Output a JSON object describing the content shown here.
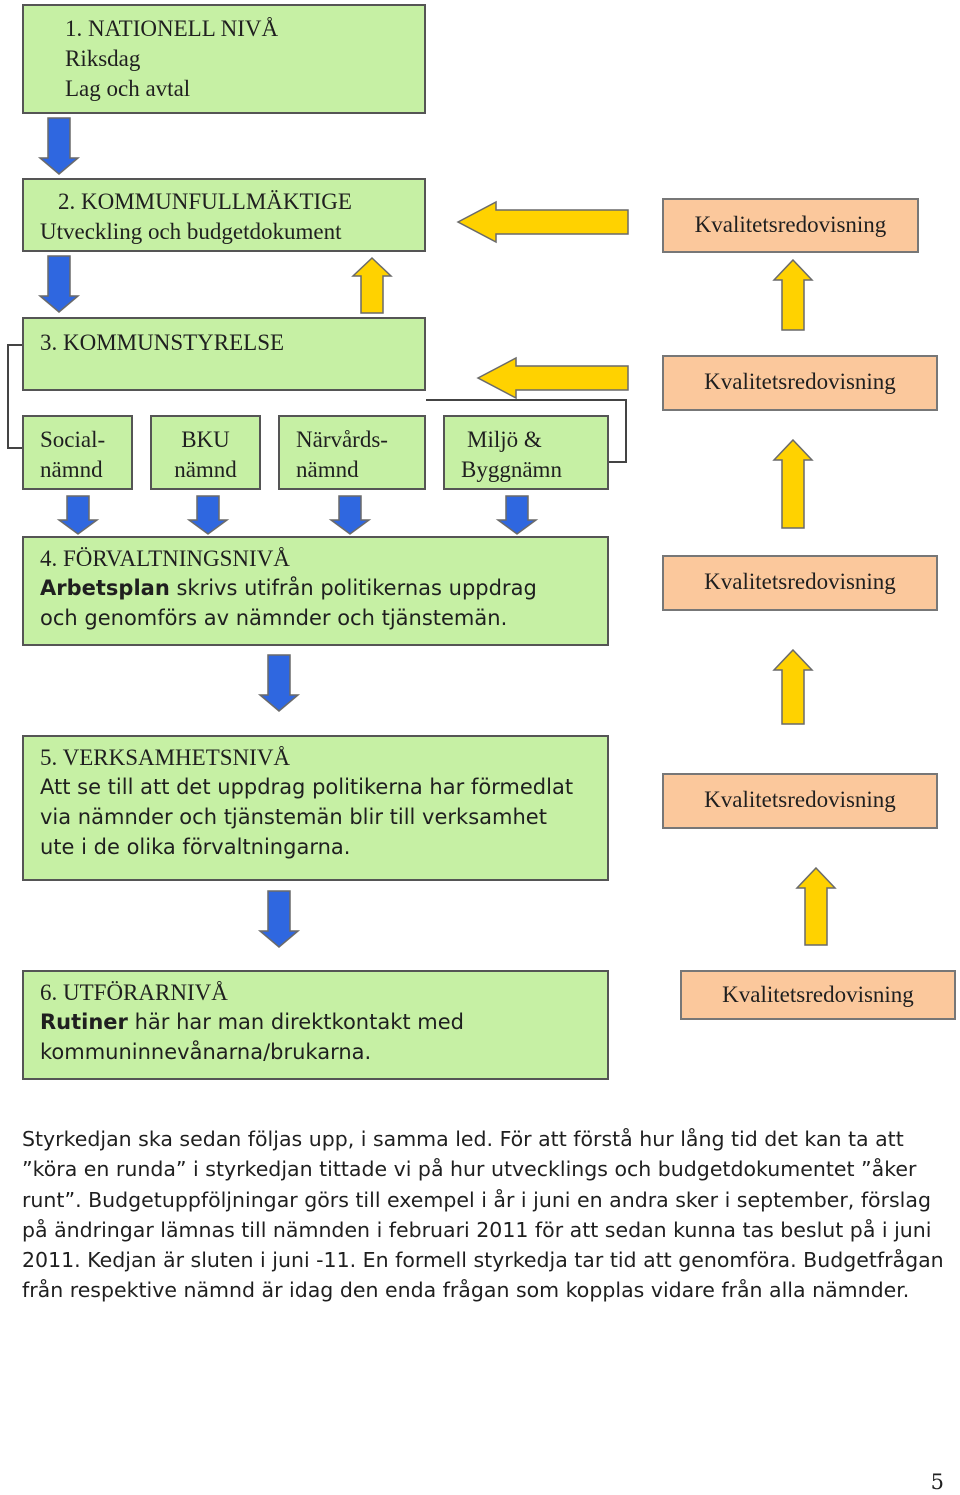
{
  "levels": {
    "nationell": {
      "lines": [
        "1. NATIONELL NIVÅ",
        "Riksdag",
        "Lag och avtal"
      ]
    },
    "kommunfullmaktige": {
      "lines": [
        "2. KOMMUNFULLMÄKTIGE",
        "Utveckling och budgetdokument"
      ]
    },
    "kommunstyrelse": {
      "lines": [
        "3. KOMMUNSTYRELSE"
      ]
    },
    "forvaltning": {
      "heading": "4. FÖRVALTNINGSNIVÅ",
      "bold_word": "Arbetsplan",
      "line2_rest": " skrivs utifrån politikernas uppdrag",
      "line3": "och genomförs av nämnder och tjänstemän."
    },
    "verksamhet": {
      "heading": "5. VERKSAMHETSNIVÅ",
      "lines": [
        "Att se till att det uppdrag politikerna har förmedlat",
        "via nämnder och tjänstemän blir till verksamhet",
        "ute i de olika förvaltningarna."
      ]
    },
    "utforare": {
      "heading": "6. UTFÖRARNIVÅ",
      "bold_word": "Rutiner",
      "line2_rest": " här har man direktkontakt med",
      "line3": "kommuninnevånarna/brukarna."
    }
  },
  "namnder": [
    {
      "lines": [
        "Social-",
        "nämnd"
      ]
    },
    {
      "lines": [
        "BKU",
        "nämnd"
      ]
    },
    {
      "lines": [
        "Närvårds-",
        "nämnd"
      ]
    },
    {
      "lines": [
        "Miljö &",
        "Byggnämn"
      ]
    }
  ],
  "kvalitet_label": "Kvalitetsredovisning",
  "kvalitet_boxes": [
    "Kvalitetsredovisning",
    "Kvalitetsredovisning",
    "Kvalitetsredovisning",
    "Kvalitetsredovisning",
    "Kvalitetsredovisning"
  ],
  "paragraph": "Styrkedjan ska sedan följas upp, i samma led. För att förstå hur lång tid det kan ta att ”köra en runda” i styrkedjan tittade vi på hur utvecklings och budgetdokumentet ”åker runt”. Budgetuppföljningar görs till exempel i år i juni en andra sker i september, förslag på ändringar lämnas till nämnden i februari 2011 för att sedan kunna tas beslut på i juni 2011. Kedjan är sluten i juni -11. En formell styrkedja tar tid att genomföra. Budgetfrågan från respektive nämnd är idag den enda frågan som kopplas vidare från alla nämnder.",
  "page_number": "5",
  "colors": {
    "level_box": "#c6f0a4",
    "kvalitet_box": "#fbc89c",
    "arrow_down": "#2f67e0",
    "arrow_up": "#ffd200",
    "arrow_outline": "#6a6a6a"
  }
}
